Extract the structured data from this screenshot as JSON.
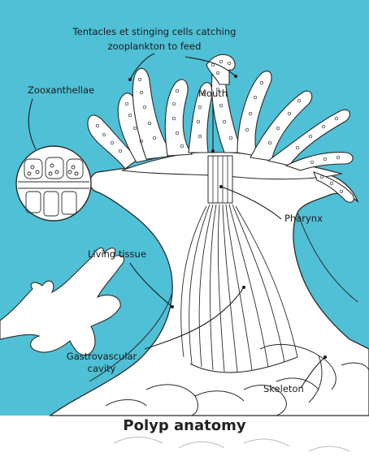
{
  "colors": {
    "background": "#4fc0d6",
    "tissue": "#ffffff",
    "line": "#2a2a2a"
  },
  "labels": {
    "tentacles_line1": "Tentacles et stinging cells catching",
    "tentacles_line2": "zooplankton to feed",
    "zooxanthellae": "Zooxanthellae",
    "mouth": "Mouth",
    "pharynx": "Pharynx",
    "living_tissue": "Living  tissue",
    "gastro_line1": "Gastrovascular",
    "gastro_line2": "cavity",
    "skeleton": "Skeleton"
  },
  "caption": "Polyp anatomy"
}
